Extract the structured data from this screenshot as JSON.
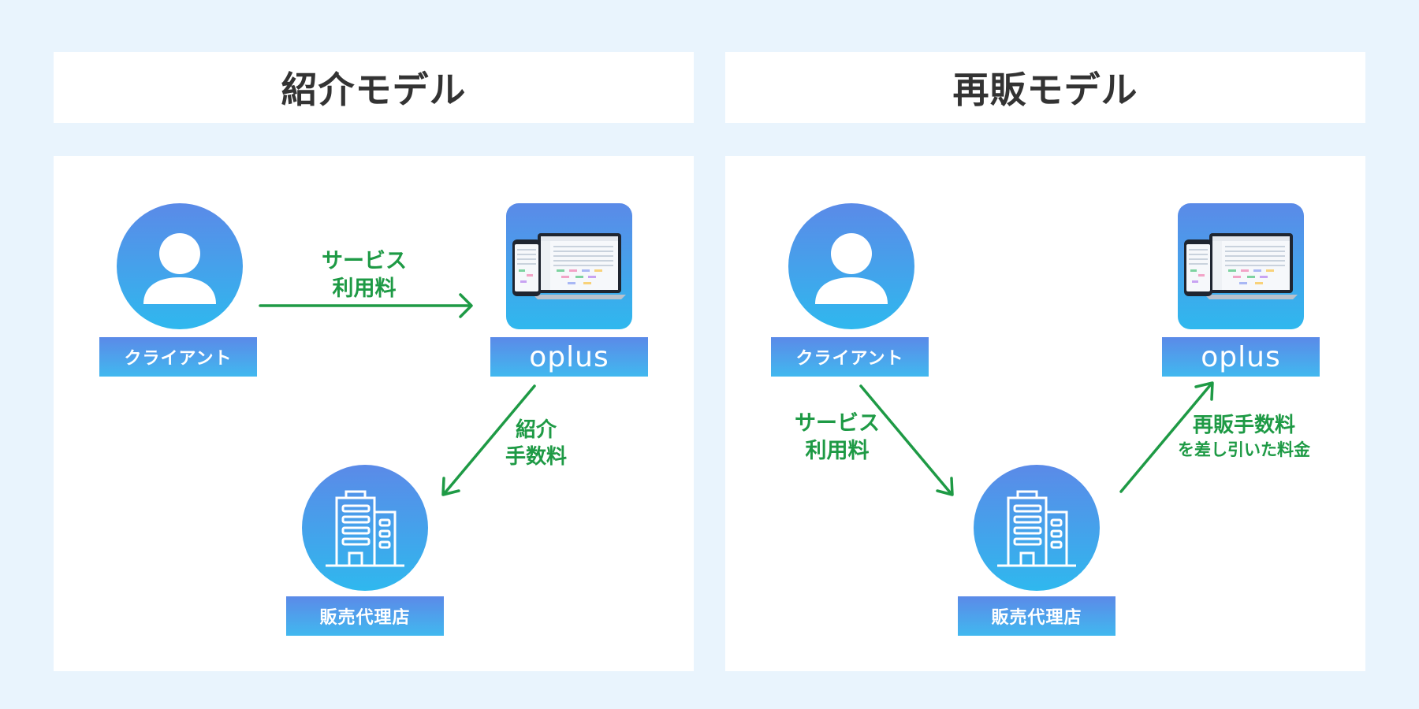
{
  "referral": {
    "title": "紹介モデル",
    "client_label": "クライアント",
    "oplus_label": "oplus",
    "agency_label": "販売代理店",
    "service_fee_line1": "サービス",
    "service_fee_line2": "利用料",
    "commission_line1": "紹介",
    "commission_line2": "手数料"
  },
  "resale": {
    "title": "再販モデル",
    "client_label": "クライアント",
    "oplus_label": "oplus",
    "agency_label": "販売代理店",
    "service_fee_line1": "サービス",
    "service_fee_line2": "利用料",
    "resale_fee_line1": "再販手数料",
    "resale_fee_line2": "を差し引いた料金"
  },
  "colors": {
    "background": "#e9f4fd",
    "arrow_green": "#1e9a45",
    "gradient_top": "#5b8ae8",
    "gradient_bottom": "#2fb8ee",
    "title_text": "#333333"
  },
  "icons": [
    "person-icon",
    "building-icon",
    "devices-icon"
  ]
}
